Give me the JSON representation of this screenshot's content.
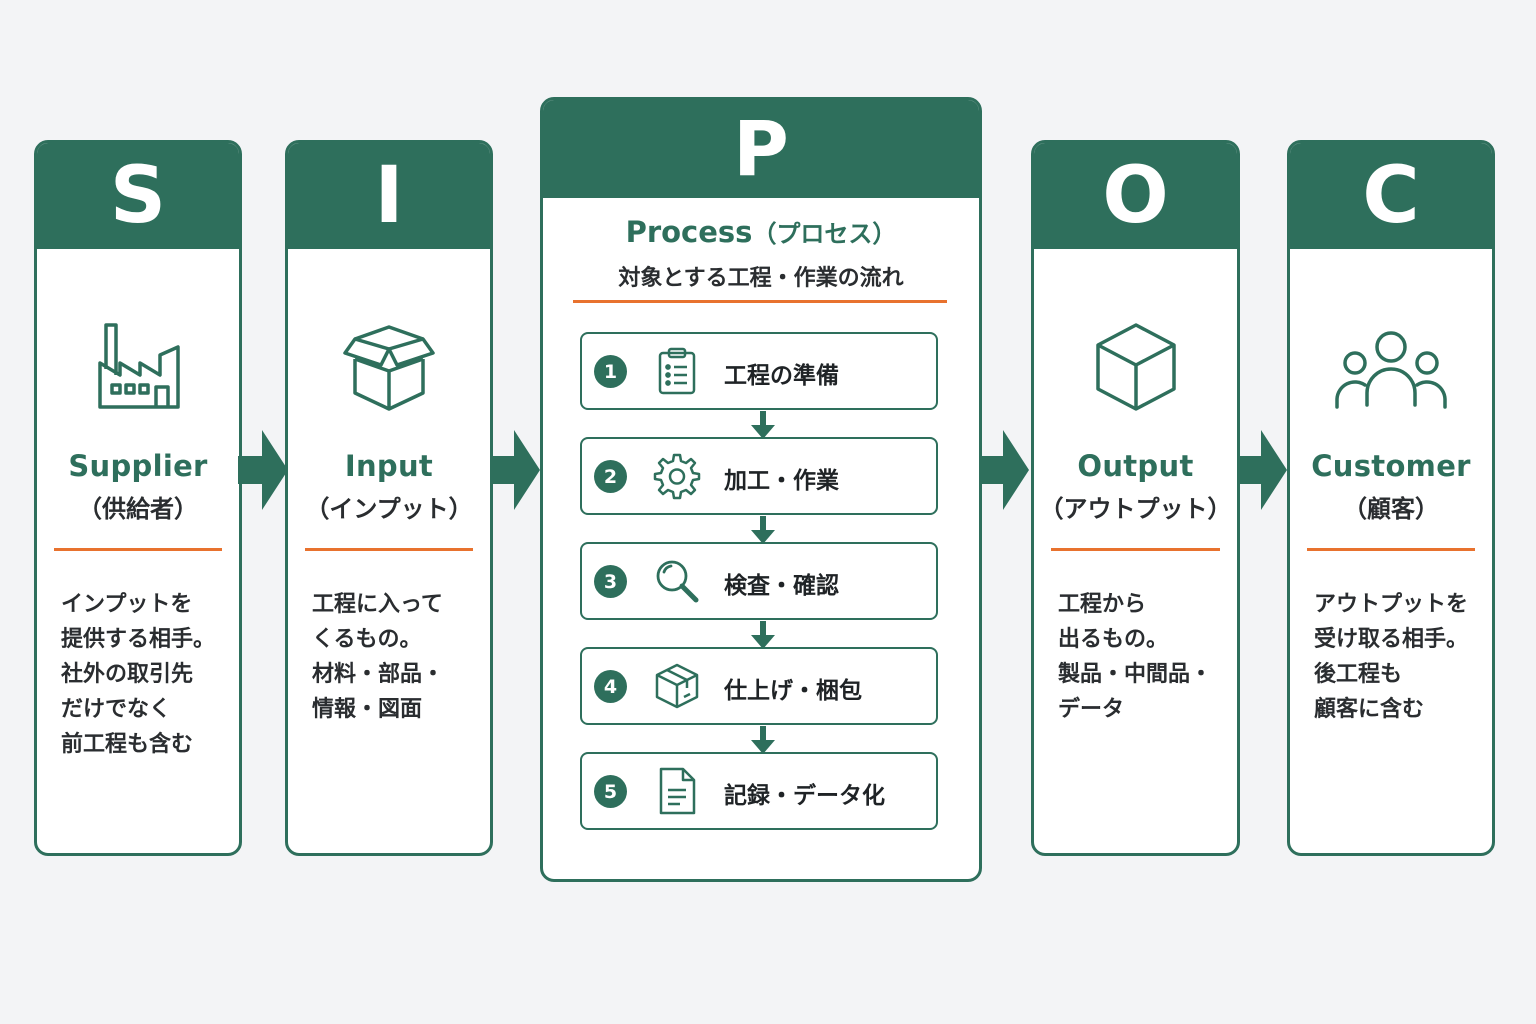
{
  "colors": {
    "primary_green": "#2e6f5c",
    "accent_orange": "#e8722e",
    "background": "#f3f4f6"
  },
  "columns": {
    "supplier": {
      "letter": "S",
      "icon": "factory-icon",
      "title_en": "Supplier",
      "title_jp": "（供給者）",
      "description": [
        "インプットを",
        "提供する相手。",
        "社外の取引先",
        "だけでなく",
        "前工程も含む"
      ]
    },
    "input": {
      "letter": "I",
      "icon": "open-box-icon",
      "title_en": "Input",
      "title_jp": "（インプット）",
      "description": [
        "工程に入って",
        "くるもの。",
        "材料・部品・",
        "情報・図面"
      ]
    },
    "process": {
      "letter": "P",
      "title_en": "Process",
      "title_jp": "（プロセス）",
      "subtitle": "対象とする工程・作業の流れ",
      "steps": [
        {
          "number": "1",
          "icon": "clipboard-list-icon",
          "label": "工程の準備"
        },
        {
          "number": "2",
          "icon": "gear-icon",
          "label": "加工・作業"
        },
        {
          "number": "3",
          "icon": "magnifier-icon",
          "label": "検査・確認"
        },
        {
          "number": "4",
          "icon": "package-icon",
          "label": "仕上げ・梱包"
        },
        {
          "number": "5",
          "icon": "document-icon",
          "label": "記録・データ化"
        }
      ]
    },
    "output": {
      "letter": "O",
      "icon": "cube-icon",
      "title_en": "Output",
      "title_jp": "（アウトプット）",
      "description": [
        "工程から",
        "出るもの。",
        "製品・中間品・",
        "データ"
      ]
    },
    "customer": {
      "letter": "C",
      "icon": "people-group-icon",
      "title_en": "Customer",
      "title_jp": "（顧客）",
      "description": [
        "アウトプットを",
        "受け取る相手。",
        "後工程も",
        "顧客に含む"
      ]
    }
  }
}
